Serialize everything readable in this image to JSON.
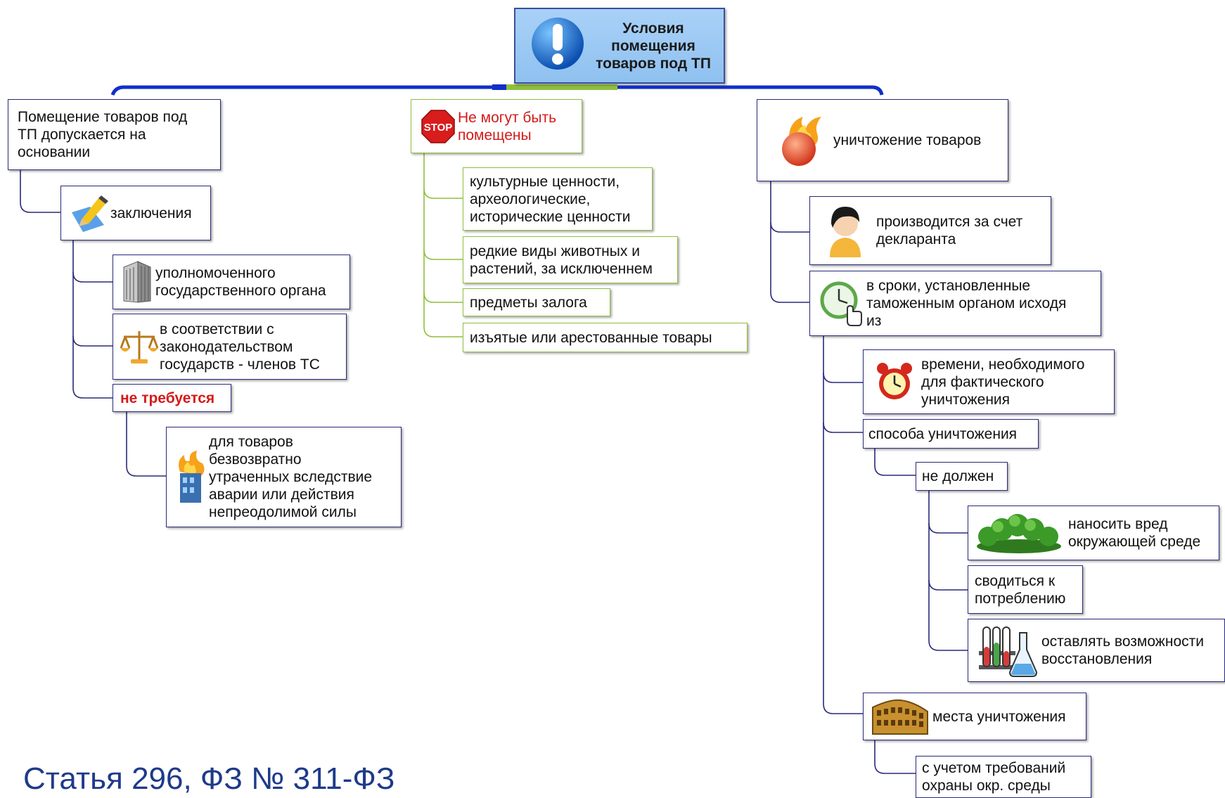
{
  "root": {
    "title": "Условия\nпомещения\nтоваров под ТП",
    "icon": "exclamation-icon"
  },
  "branches": {
    "left": {
      "label": "Помещение товаров под\nТП допускается на\nосновании",
      "conclusions": {
        "label": "заключения",
        "icon": "pencil-paper-icon"
      },
      "authority": {
        "label": "уполномоченного\nгосударственного органа",
        "icon": "building-icon"
      },
      "legislation": {
        "label": "в соответствии с\nзаконодательством\nгосударств - членов ТС",
        "icon": "scales-icon"
      },
      "not_required": {
        "label": "не требуется"
      },
      "lost_goods": {
        "label": "для товаров\nбезвозвратно\nутраченных вследствие\nаварии или действия\nнепреодолимой силы",
        "icon": "burning-building-icon"
      }
    },
    "middle": {
      "label": "Не могут быть\nпомещены",
      "icon": "stop-sign-icon",
      "items": [
        "культурные ценности,\nархеологические,\nисторические ценности",
        "редкие виды животных и\nрастений, за исключеннем",
        "предметы залога",
        "изъятые или арестованные товары"
      ]
    },
    "right": {
      "label": "уничтожение товаров",
      "icon": "fire-icon",
      "cost": {
        "label": "производится за счет\nдекларанта",
        "icon": "person-icon"
      },
      "terms": {
        "label": "в сроки, установленные\nтаможенным органом исходя\nиз",
        "icon": "clock-hand-icon"
      },
      "time_needed": {
        "label": "времени, необходимого\nдля фактического\nуничтожения",
        "icon": "alarm-clock-icon"
      },
      "method": {
        "label": "способа уничтожения"
      },
      "must_not": {
        "label": "не должен"
      },
      "harm": {
        "label": "наносить вред\nокружающей среде",
        "icon": "trees-icon"
      },
      "consumption": {
        "label": "сводиться к\nпотреблению"
      },
      "recovery": {
        "label": "оставлять возможности\nвосстановления",
        "icon": "test-tubes-icon"
      },
      "place": {
        "label": "места уничтожения",
        "icon": "colosseum-icon"
      },
      "env_req": {
        "label": "с учетом требований\nохраны окр. среды"
      }
    }
  },
  "caption": "Статья 296, ФЗ № 311-ФЗ",
  "colors": {
    "left_line": "#1f2a8a",
    "middle_line": "#8fbf3f",
    "right_line": "#1f2a8a",
    "caption": "#1e3a8a",
    "alert": "#d41a1a"
  }
}
